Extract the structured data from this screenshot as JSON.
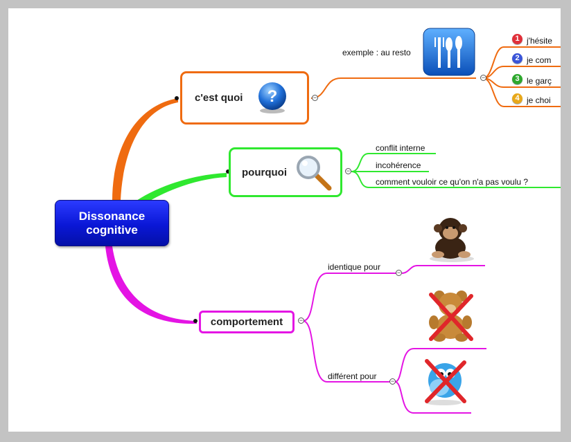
{
  "root": {
    "title": "Dissonance cognitive",
    "color": "#0a17d6"
  },
  "branches": {
    "quoi": {
      "label": "c'est quoi",
      "color": "#ef6b10",
      "icon": "question-icon",
      "example": {
        "label": "exemple : au resto",
        "icon": "cutlery-icon"
      },
      "steps": [
        {
          "num": "1",
          "text": "j'hésite",
          "badge_color": "#e0303a"
        },
        {
          "num": "2",
          "text": "je com",
          "badge_color": "#3a55d8"
        },
        {
          "num": "3",
          "text": "le garç",
          "badge_color": "#2ea82e"
        },
        {
          "num": "4",
          "text": "je choi",
          "badge_color": "#e8a81a"
        }
      ]
    },
    "pourquoi": {
      "label": "pourquoi",
      "color": "#2fe82f",
      "icon": "magnifier-icon",
      "items": [
        "conflit interne",
        "incohérence",
        "comment vouloir ce qu'on n'a pas voulu ?"
      ]
    },
    "comportement": {
      "label": "comportement",
      "color": "#e414e4",
      "identique": {
        "label": "identique pour",
        "icon": "monkey-icon"
      },
      "different": {
        "label": "différent pour",
        "icons": [
          "teddy-bear-crossed-icon",
          "bird-crossed-icon"
        ]
      }
    }
  }
}
